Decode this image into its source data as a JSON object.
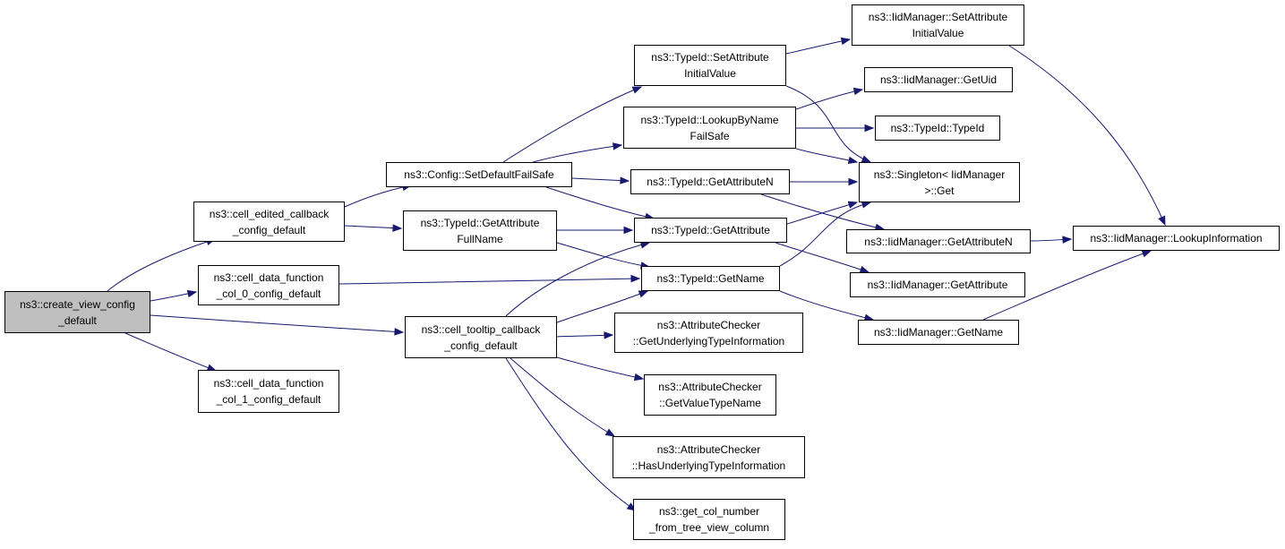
{
  "nodes": [
    {
      "id": "create_view",
      "label": "ns3::create_view_config\n_default",
      "root": true
    },
    {
      "id": "cell_edited",
      "label": "ns3::cell_edited_callback\n_config_default"
    },
    {
      "id": "cdf_col0",
      "label": "ns3::cell_data_function\n_col_0_config_default"
    },
    {
      "id": "cdf_col1",
      "label": "ns3::cell_data_function\n_col_1_config_default"
    },
    {
      "id": "tooltip",
      "label": "ns3::cell_tooltip_callback\n_config_default"
    },
    {
      "id": "set_default_fs",
      "label": "ns3::Config::SetDefaultFailSafe"
    },
    {
      "id": "get_attr_fullname",
      "label": "ns3::TypeId::GetAttribute\nFullName"
    },
    {
      "id": "tid_set_attr_init",
      "label": "ns3::TypeId::SetAttribute\nInitialValue"
    },
    {
      "id": "tid_lookup_fs",
      "label": "ns3::TypeId::LookupByName\nFailSafe"
    },
    {
      "id": "tid_get_attr_n",
      "label": "ns3::TypeId::GetAttributeN"
    },
    {
      "id": "tid_get_attr",
      "label": "ns3::TypeId::GetAttribute"
    },
    {
      "id": "tid_get_name",
      "label": "ns3::TypeId::GetName"
    },
    {
      "id": "ac_get_underlying",
      "label": "ns3::AttributeChecker\n::GetUnderlyingTypeInformation"
    },
    {
      "id": "ac_get_value_type",
      "label": "ns3::AttributeChecker\n::GetValueTypeName"
    },
    {
      "id": "ac_has_underlying",
      "label": "ns3::AttributeChecker\n::HasUnderlyingTypeInformation"
    },
    {
      "id": "get_col_number",
      "label": "ns3::get_col_number\n_from_tree_view_column"
    },
    {
      "id": "iid_set_attr_init",
      "label": "ns3::IidManager::SetAttribute\nInitialValue"
    },
    {
      "id": "iid_get_uid",
      "label": "ns3::IidManager::GetUid"
    },
    {
      "id": "tid_typeid",
      "label": "ns3::TypeId::TypeId"
    },
    {
      "id": "singleton_get",
      "label": "ns3::Singleton< IidManager\n>::Get"
    },
    {
      "id": "iid_get_attr_n",
      "label": "ns3::IidManager::GetAttributeN"
    },
    {
      "id": "iid_get_attr",
      "label": "ns3::IidManager::GetAttribute"
    },
    {
      "id": "iid_get_name",
      "label": "ns3::IidManager::GetName"
    },
    {
      "id": "iid_lookup_info",
      "label": "ns3::IidManager::LookupInformation"
    }
  ],
  "edges": [
    [
      "create_view",
      "cell_edited"
    ],
    [
      "create_view",
      "cdf_col0"
    ],
    [
      "create_view",
      "tooltip"
    ],
    [
      "create_view",
      "cdf_col1"
    ],
    [
      "cell_edited",
      "set_default_fs"
    ],
    [
      "cell_edited",
      "get_attr_fullname"
    ],
    [
      "cdf_col0",
      "tid_get_name"
    ],
    [
      "set_default_fs",
      "tid_set_attr_init"
    ],
    [
      "set_default_fs",
      "tid_lookup_fs"
    ],
    [
      "set_default_fs",
      "tid_get_attr_n"
    ],
    [
      "set_default_fs",
      "tid_get_attr"
    ],
    [
      "get_attr_fullname",
      "tid_get_attr"
    ],
    [
      "get_attr_fullname",
      "tid_get_name"
    ],
    [
      "tooltip",
      "tid_get_attr"
    ],
    [
      "tooltip",
      "tid_get_name"
    ],
    [
      "tooltip",
      "ac_get_underlying"
    ],
    [
      "tooltip",
      "ac_get_value_type"
    ],
    [
      "tooltip",
      "ac_has_underlying"
    ],
    [
      "tooltip",
      "get_col_number"
    ],
    [
      "tid_set_attr_init",
      "iid_set_attr_init"
    ],
    [
      "tid_set_attr_init",
      "singleton_get"
    ],
    [
      "tid_lookup_fs",
      "iid_get_uid"
    ],
    [
      "tid_lookup_fs",
      "tid_typeid"
    ],
    [
      "tid_lookup_fs",
      "singleton_get"
    ],
    [
      "tid_get_attr_n",
      "singleton_get"
    ],
    [
      "tid_get_attr_n",
      "iid_get_attr_n"
    ],
    [
      "tid_get_attr",
      "singleton_get"
    ],
    [
      "tid_get_attr",
      "iid_get_attr"
    ],
    [
      "tid_get_name",
      "singleton_get"
    ],
    [
      "tid_get_name",
      "iid_get_name"
    ],
    [
      "iid_set_attr_init",
      "iid_lookup_info"
    ],
    [
      "iid_get_attr_n",
      "iid_lookup_info"
    ],
    [
      "iid_get_name",
      "iid_lookup_info"
    ]
  ]
}
